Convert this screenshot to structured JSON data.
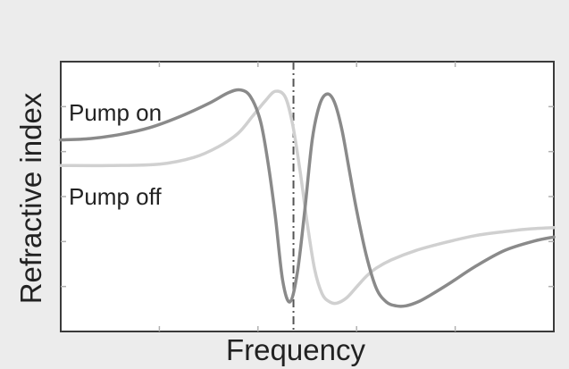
{
  "chart_data": {
    "type": "line",
    "title": "",
    "xlabel": "Frequency",
    "ylabel": "Refractive index",
    "xlim": [
      0,
      100
    ],
    "ylim": [
      0,
      100
    ],
    "grid": false,
    "legend": "none",
    "annotations": [
      {
        "text": "Pump on",
        "series": "pump_on"
      },
      {
        "text": "Pump off",
        "series": "pump_off"
      }
    ],
    "reference_line": {
      "x": 47.2,
      "style": "dash-dot"
    },
    "series": [
      {
        "key": "pump_on",
        "color": "#8a8a8a",
        "x": [
          0,
          6,
          12,
          18,
          24,
          30,
          34,
          36.5,
          38.5,
          40.5,
          42,
          43.5,
          45,
          46.5,
          48,
          49.5,
          51,
          52.5,
          54,
          55.5,
          57,
          58.5,
          60,
          62,
          64,
          66,
          68,
          70,
          72.5,
          75,
          79,
          84,
          90,
          96,
          100
        ],
        "y": [
          71,
          71.5,
          73,
          75.5,
          79.5,
          84.5,
          88.5,
          89.5,
          87,
          78,
          63,
          43,
          19,
          11,
          22,
          45,
          71,
          84,
          88,
          85,
          75,
          60,
          45,
          28,
          16,
          11,
          9.5,
          9.5,
          11,
          13.5,
          18,
          24,
          30,
          33.5,
          35
        ]
      },
      {
        "key": "pump_off",
        "color": "#d0d0d0",
        "x": [
          0,
          10,
          20,
          27,
          32,
          36,
          39,
          41.5,
          43.5,
          45.5,
          47,
          48.5,
          50,
          51.5,
          53,
          54.5,
          56,
          58,
          60,
          62,
          64,
          67,
          72,
          78,
          84,
          90,
          95,
          100
        ],
        "y": [
          61.5,
          61.5,
          62,
          64.5,
          68.5,
          73.5,
          80,
          85.5,
          89,
          87,
          77,
          60,
          40,
          23,
          14,
          11,
          10.5,
          12.5,
          16.5,
          20.5,
          23.5,
          26.5,
          30,
          33,
          35.5,
          37,
          38,
          38.5
        ]
      }
    ]
  }
}
